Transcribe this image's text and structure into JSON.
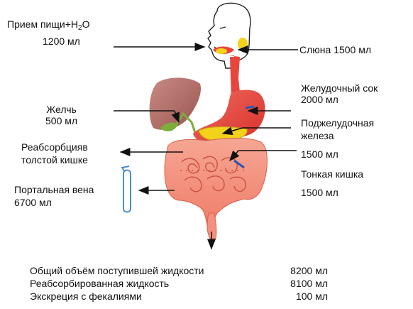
{
  "intake": {
    "label_prefix": "Прием пищи+Н",
    "label_sub": "2",
    "label_suffix": "О",
    "volume": "1200 мл"
  },
  "saliva": {
    "label": "Слюна 1500 мл"
  },
  "gastric": {
    "line1": "Желудочный сок",
    "line2": "2000 мл"
  },
  "bile": {
    "line1": "Желчь",
    "line2": "500 мл"
  },
  "pancreas": {
    "line1": "Поджелудочная",
    "line2": "железа",
    "line3": "1500 мл"
  },
  "colon_reabsorption": {
    "line1": "Реабсорбцияв",
    "line2": "толстой кишке"
  },
  "small_intestine": {
    "line1": "Тонкая кишка",
    "line2": "1500 мл"
  },
  "portal_vein": {
    "line1": "Портальная вена",
    "line2": "6700 мл"
  },
  "summary": [
    {
      "name": "Общий объём поступившей жидкости",
      "value": "8200 мл"
    },
    {
      "name": "Реабсорбированная жидкость",
      "value": "8100 мл"
    },
    {
      "name": "Экскреция с фекалиями",
      "value": "100 мл"
    }
  ],
  "colors": {
    "stomach": "#e8463c",
    "liver": "#b06a64",
    "pancreas": "#f2d21a",
    "intestine": "#f3907e",
    "gallbladder": "#7cae3c",
    "portal_vein": "#4a8fcf",
    "saliva_gland": "#f2d21a"
  }
}
